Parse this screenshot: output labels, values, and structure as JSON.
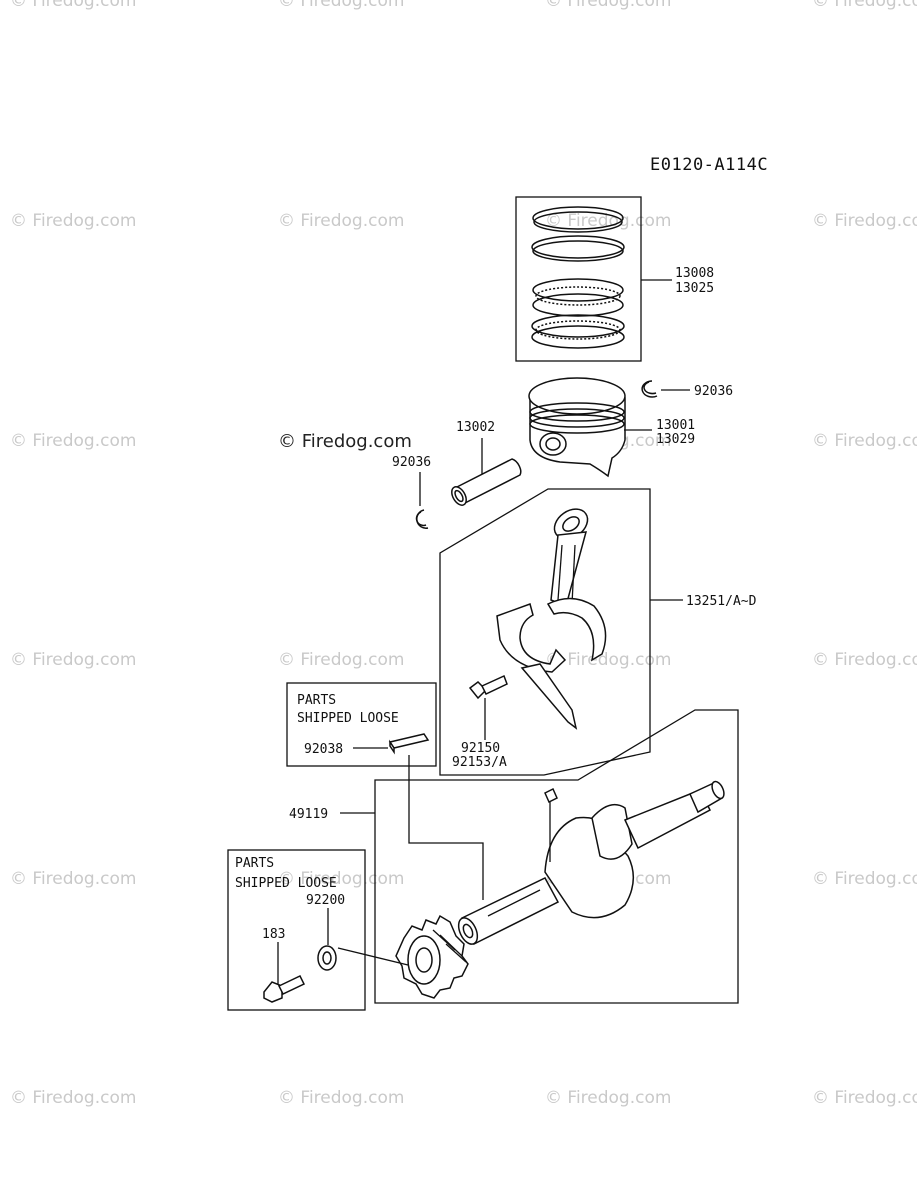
{
  "diagram": {
    "code": "E0120-A114C",
    "watermark_text": "© Firedog.com",
    "main_watermark": "© Firedog.com",
    "part_labels": {
      "rings": "13008",
      "rings_alt": "13025",
      "clip_right": "92036",
      "piston": "13001",
      "piston_alt": "13029",
      "pin": "13002",
      "clip_left": "92036",
      "rod": "13251/A~D",
      "rod_bolt": "92150",
      "rod_bolt_alt": "92153/A",
      "key": "92038",
      "crankshaft": "49119",
      "washer": "92200",
      "bolt": "183"
    },
    "boxes": {
      "loose_top_line1": "PARTS",
      "loose_top_line2": "SHIPPED LOOSE",
      "loose_bottom_line1": "PARTS",
      "loose_bottom_line2": "SHIPPED LOOSE"
    }
  }
}
